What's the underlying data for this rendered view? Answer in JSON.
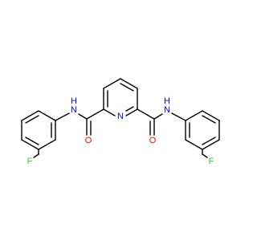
{
  "molecule": {
    "atoms": [
      {
        "id": "N_py",
        "label": "N",
        "color": "#0000ff"
      },
      {
        "id": "N_left",
        "label": "N",
        "color": "#0000ff"
      },
      {
        "id": "H_left",
        "label": "H",
        "color": "#0000ff"
      },
      {
        "id": "N_right",
        "label": "N",
        "color": "#0000ff"
      },
      {
        "id": "H_right",
        "label": "H",
        "color": "#0000ff"
      },
      {
        "id": "O_left",
        "label": "O",
        "color": "#ff0000"
      },
      {
        "id": "O_right",
        "label": "O",
        "color": "#ff0000"
      },
      {
        "id": "F_left",
        "label": "F",
        "color": "#33cc33"
      },
      {
        "id": "F_right",
        "label": "F",
        "color": "#33cc33"
      }
    ],
    "colors": {
      "bond": "#000000",
      "nitrogen": "#0000ff",
      "oxygen": "#ff0000",
      "fluorine": "#33cc33"
    }
  }
}
